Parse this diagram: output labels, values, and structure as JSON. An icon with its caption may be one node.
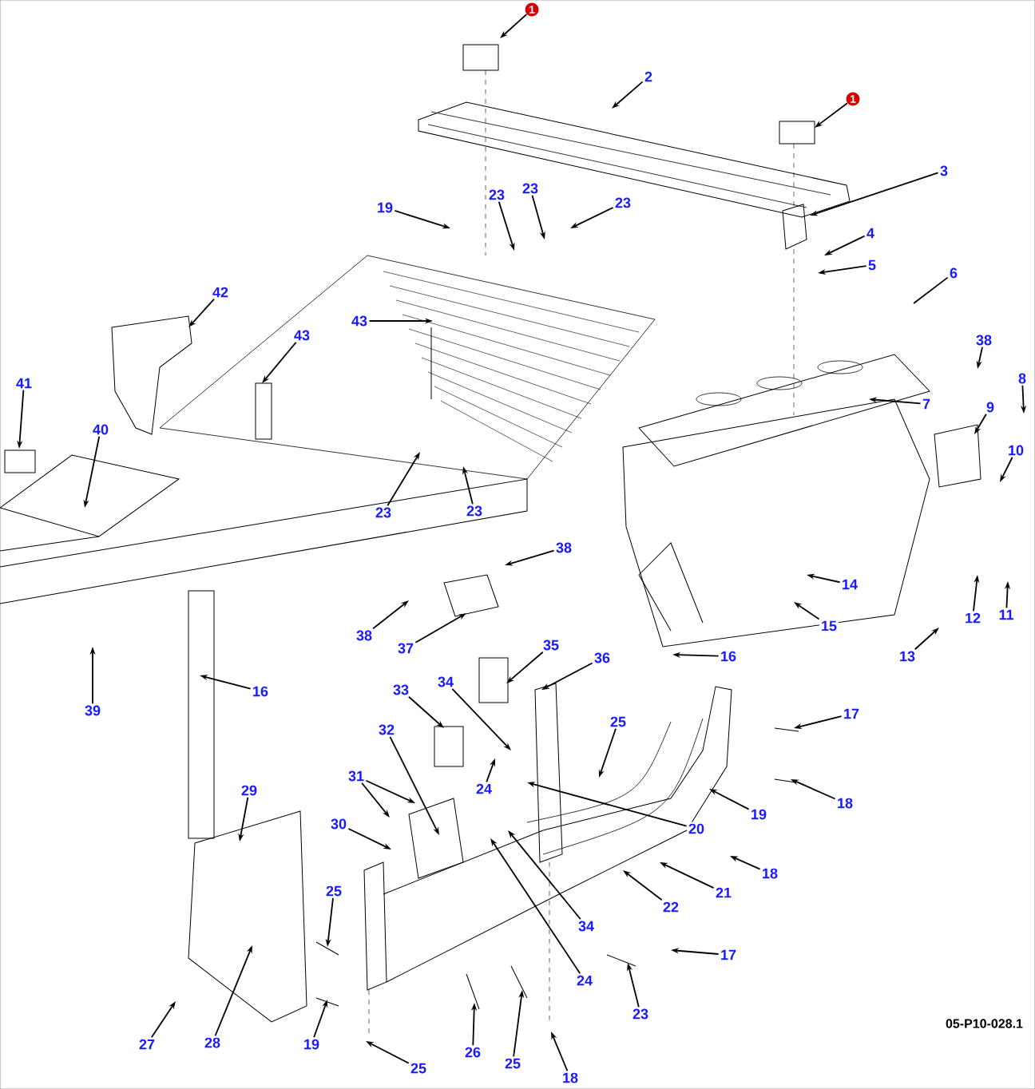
{
  "diagram": {
    "nodes": [
      {
        "text": [
          "1"
        ]
      },
      {
        "text": [
          "2"
        ]
      },
      {
        "text": [
          "1"
        ]
      },
      {
        "text": [
          "3"
        ]
      },
      {
        "text": [
          "4"
        ]
      },
      {
        "text": [
          "5"
        ]
      },
      {
        "text": [
          "6"
        ]
      },
      {
        "text": [
          "19"
        ]
      },
      {
        "text": [
          "23"
        ]
      },
      {
        "text": [
          "23"
        ]
      },
      {
        "text": [
          "23"
        ]
      },
      {
        "text": [
          "42"
        ]
      },
      {
        "text": [
          "43"
        ]
      },
      {
        "text": [
          "43"
        ]
      },
      {
        "text": [
          "41"
        ]
      },
      {
        "text": [
          "40"
        ]
      },
      {
        "text": [
          "7"
        ]
      },
      {
        "text": [
          "38"
        ]
      },
      {
        "text": [
          "8"
        ]
      },
      {
        "text": [
          "9"
        ]
      },
      {
        "text": [
          "10"
        ]
      },
      {
        "text": [
          "23"
        ]
      },
      {
        "text": [
          "23"
        ]
      },
      {
        "text": [
          "38"
        ]
      },
      {
        "text": [
          "38"
        ]
      },
      {
        "text": [
          "37"
        ]
      },
      {
        "text": [
          "14"
        ]
      },
      {
        "text": [
          "15"
        ]
      },
      {
        "text": [
          "16"
        ]
      },
      {
        "text": [
          "13"
        ]
      },
      {
        "text": [
          "12"
        ]
      },
      {
        "text": [
          "11"
        ]
      },
      {
        "text": [
          "39"
        ]
      },
      {
        "text": [
          "16"
        ]
      },
      {
        "text": [
          "35"
        ]
      },
      {
        "text": [
          "36"
        ]
      },
      {
        "text": [
          "34"
        ]
      },
      {
        "text": [
          "33"
        ]
      },
      {
        "text": [
          "32"
        ]
      },
      {
        "text": [
          "25"
        ]
      },
      {
        "text": [
          "31"
        ]
      },
      {
        "text": [
          "24"
        ]
      },
      {
        "text": [
          "20"
        ]
      },
      {
        "text": [
          "19"
        ]
      },
      {
        "text": [
          "17"
        ]
      },
      {
        "text": [
          "18"
        ]
      },
      {
        "text": [
          "30"
        ]
      },
      {
        "text": [
          "29"
        ]
      },
      {
        "text": [
          "18"
        ]
      },
      {
        "text": [
          "21"
        ]
      },
      {
        "text": [
          "22"
        ]
      },
      {
        "text": [
          "34"
        ]
      },
      {
        "text": [
          "24"
        ]
      },
      {
        "text": [
          "17"
        ]
      },
      {
        "text": [
          "25"
        ]
      },
      {
        "text": [
          "23"
        ]
      },
      {
        "text": [
          "19"
        ]
      },
      {
        "text": [
          "28"
        ]
      },
      {
        "text": [
          "27"
        ]
      },
      {
        "text": [
          "26"
        ]
      },
      {
        "text": [
          "25"
        ]
      },
      {
        "text": [
          "25"
        ]
      },
      {
        "text": [
          "18"
        ]
      }
    ],
    "edges": [
      {
        "from": 0,
        "to": null,
        "arrow": "to"
      },
      {
        "from": 1,
        "to": null,
        "arrow": "to"
      },
      {
        "from": 2,
        "to": null,
        "arrow": "to"
      },
      {
        "from": 3,
        "to": null,
        "arrow": "to"
      },
      {
        "from": 4,
        "to": null,
        "arrow": "to"
      },
      {
        "from": 5,
        "to": null,
        "arrow": "to"
      },
      {
        "from": 6,
        "to": null,
        "arrow": "none"
      },
      {
        "from": 7,
        "to": null,
        "arrow": "to"
      },
      {
        "from": 8,
        "to": null,
        "arrow": "to"
      },
      {
        "from": 9,
        "to": null,
        "arrow": "to"
      },
      {
        "from": 10,
        "to": null,
        "arrow": "to"
      },
      {
        "from": 11,
        "to": null,
        "arrow": "to"
      },
      {
        "from": 12,
        "to": null,
        "arrow": "to"
      },
      {
        "from": 13,
        "to": null,
        "arrow": "to"
      },
      {
        "from": 14,
        "to": null,
        "arrow": "to"
      },
      {
        "from": 15,
        "to": null,
        "arrow": "to"
      },
      {
        "from": 16,
        "to": null,
        "arrow": "to"
      },
      {
        "from": 17,
        "to": null,
        "arrow": "to"
      },
      {
        "from": 18,
        "to": null,
        "arrow": "to"
      },
      {
        "from": 19,
        "to": null,
        "arrow": "to"
      },
      {
        "from": 20,
        "to": null,
        "arrow": "to"
      },
      {
        "from": 21,
        "to": null,
        "arrow": "to"
      },
      {
        "from": 22,
        "to": null,
        "arrow": "to"
      },
      {
        "from": 23,
        "to": null,
        "arrow": "to"
      },
      {
        "from": 24,
        "to": null,
        "arrow": "to"
      },
      {
        "from": 25,
        "to": null,
        "arrow": "to"
      },
      {
        "from": 26,
        "to": null,
        "arrow": "to"
      },
      {
        "from": 27,
        "to": null,
        "arrow": "to"
      },
      {
        "from": 28,
        "to": null,
        "arrow": "to"
      },
      {
        "from": 29,
        "to": null,
        "arrow": "to"
      },
      {
        "from": 30,
        "to": null,
        "arrow": "to"
      },
      {
        "from": 31,
        "to": null,
        "arrow": "to"
      },
      {
        "from": 32,
        "to": null,
        "arrow": "to"
      },
      {
        "from": 33,
        "to": null,
        "arrow": "to"
      },
      {
        "from": 34,
        "to": null,
        "arrow": "to"
      },
      {
        "from": 35,
        "to": null,
        "arrow": "to"
      },
      {
        "from": 36,
        "to": null,
        "arrow": "to"
      },
      {
        "from": 37,
        "to": null,
        "arrow": "to"
      },
      {
        "from": 38,
        "to": null,
        "arrow": "to"
      },
      {
        "from": 39,
        "to": null,
        "arrow": "to"
      },
      {
        "from": 40,
        "to": null,
        "arrow": "to"
      },
      {
        "from": 40,
        "to": null,
        "arrow": "to"
      },
      {
        "from": 41,
        "to": null,
        "arrow": "to"
      },
      {
        "from": 42,
        "to": null,
        "arrow": "to"
      },
      {
        "from": 43,
        "to": null,
        "arrow": "to"
      },
      {
        "from": 44,
        "to": null,
        "arrow": "to"
      },
      {
        "from": 45,
        "to": null,
        "arrow": "to"
      },
      {
        "from": 46,
        "to": null,
        "arrow": "to"
      },
      {
        "from": 47,
        "to": null,
        "arrow": "to"
      },
      {
        "from": 48,
        "to": null,
        "arrow": "to"
      },
      {
        "from": 49,
        "to": null,
        "arrow": "to"
      },
      {
        "from": 50,
        "to": null,
        "arrow": "to"
      },
      {
        "from": 51,
        "to": null,
        "arrow": "to"
      },
      {
        "from": 52,
        "to": null,
        "arrow": "to"
      },
      {
        "from": 53,
        "to": null,
        "arrow": "to"
      },
      {
        "from": 54,
        "to": null,
        "arrow": "to"
      },
      {
        "from": 55,
        "to": null,
        "arrow": "to"
      },
      {
        "from": 56,
        "to": null,
        "arrow": "to"
      },
      {
        "from": 57,
        "to": null,
        "arrow": "to"
      },
      {
        "from": 58,
        "to": null,
        "arrow": "to"
      },
      {
        "from": 59,
        "to": null,
        "arrow": "to"
      },
      {
        "from": 60,
        "to": null,
        "arrow": "to"
      },
      {
        "from": 61,
        "to": null,
        "arrow": "to"
      },
      {
        "from": 62,
        "to": null,
        "arrow": "to"
      }
    ],
    "labels": [
      "05-P10-028.1"
    ]
  }
}
